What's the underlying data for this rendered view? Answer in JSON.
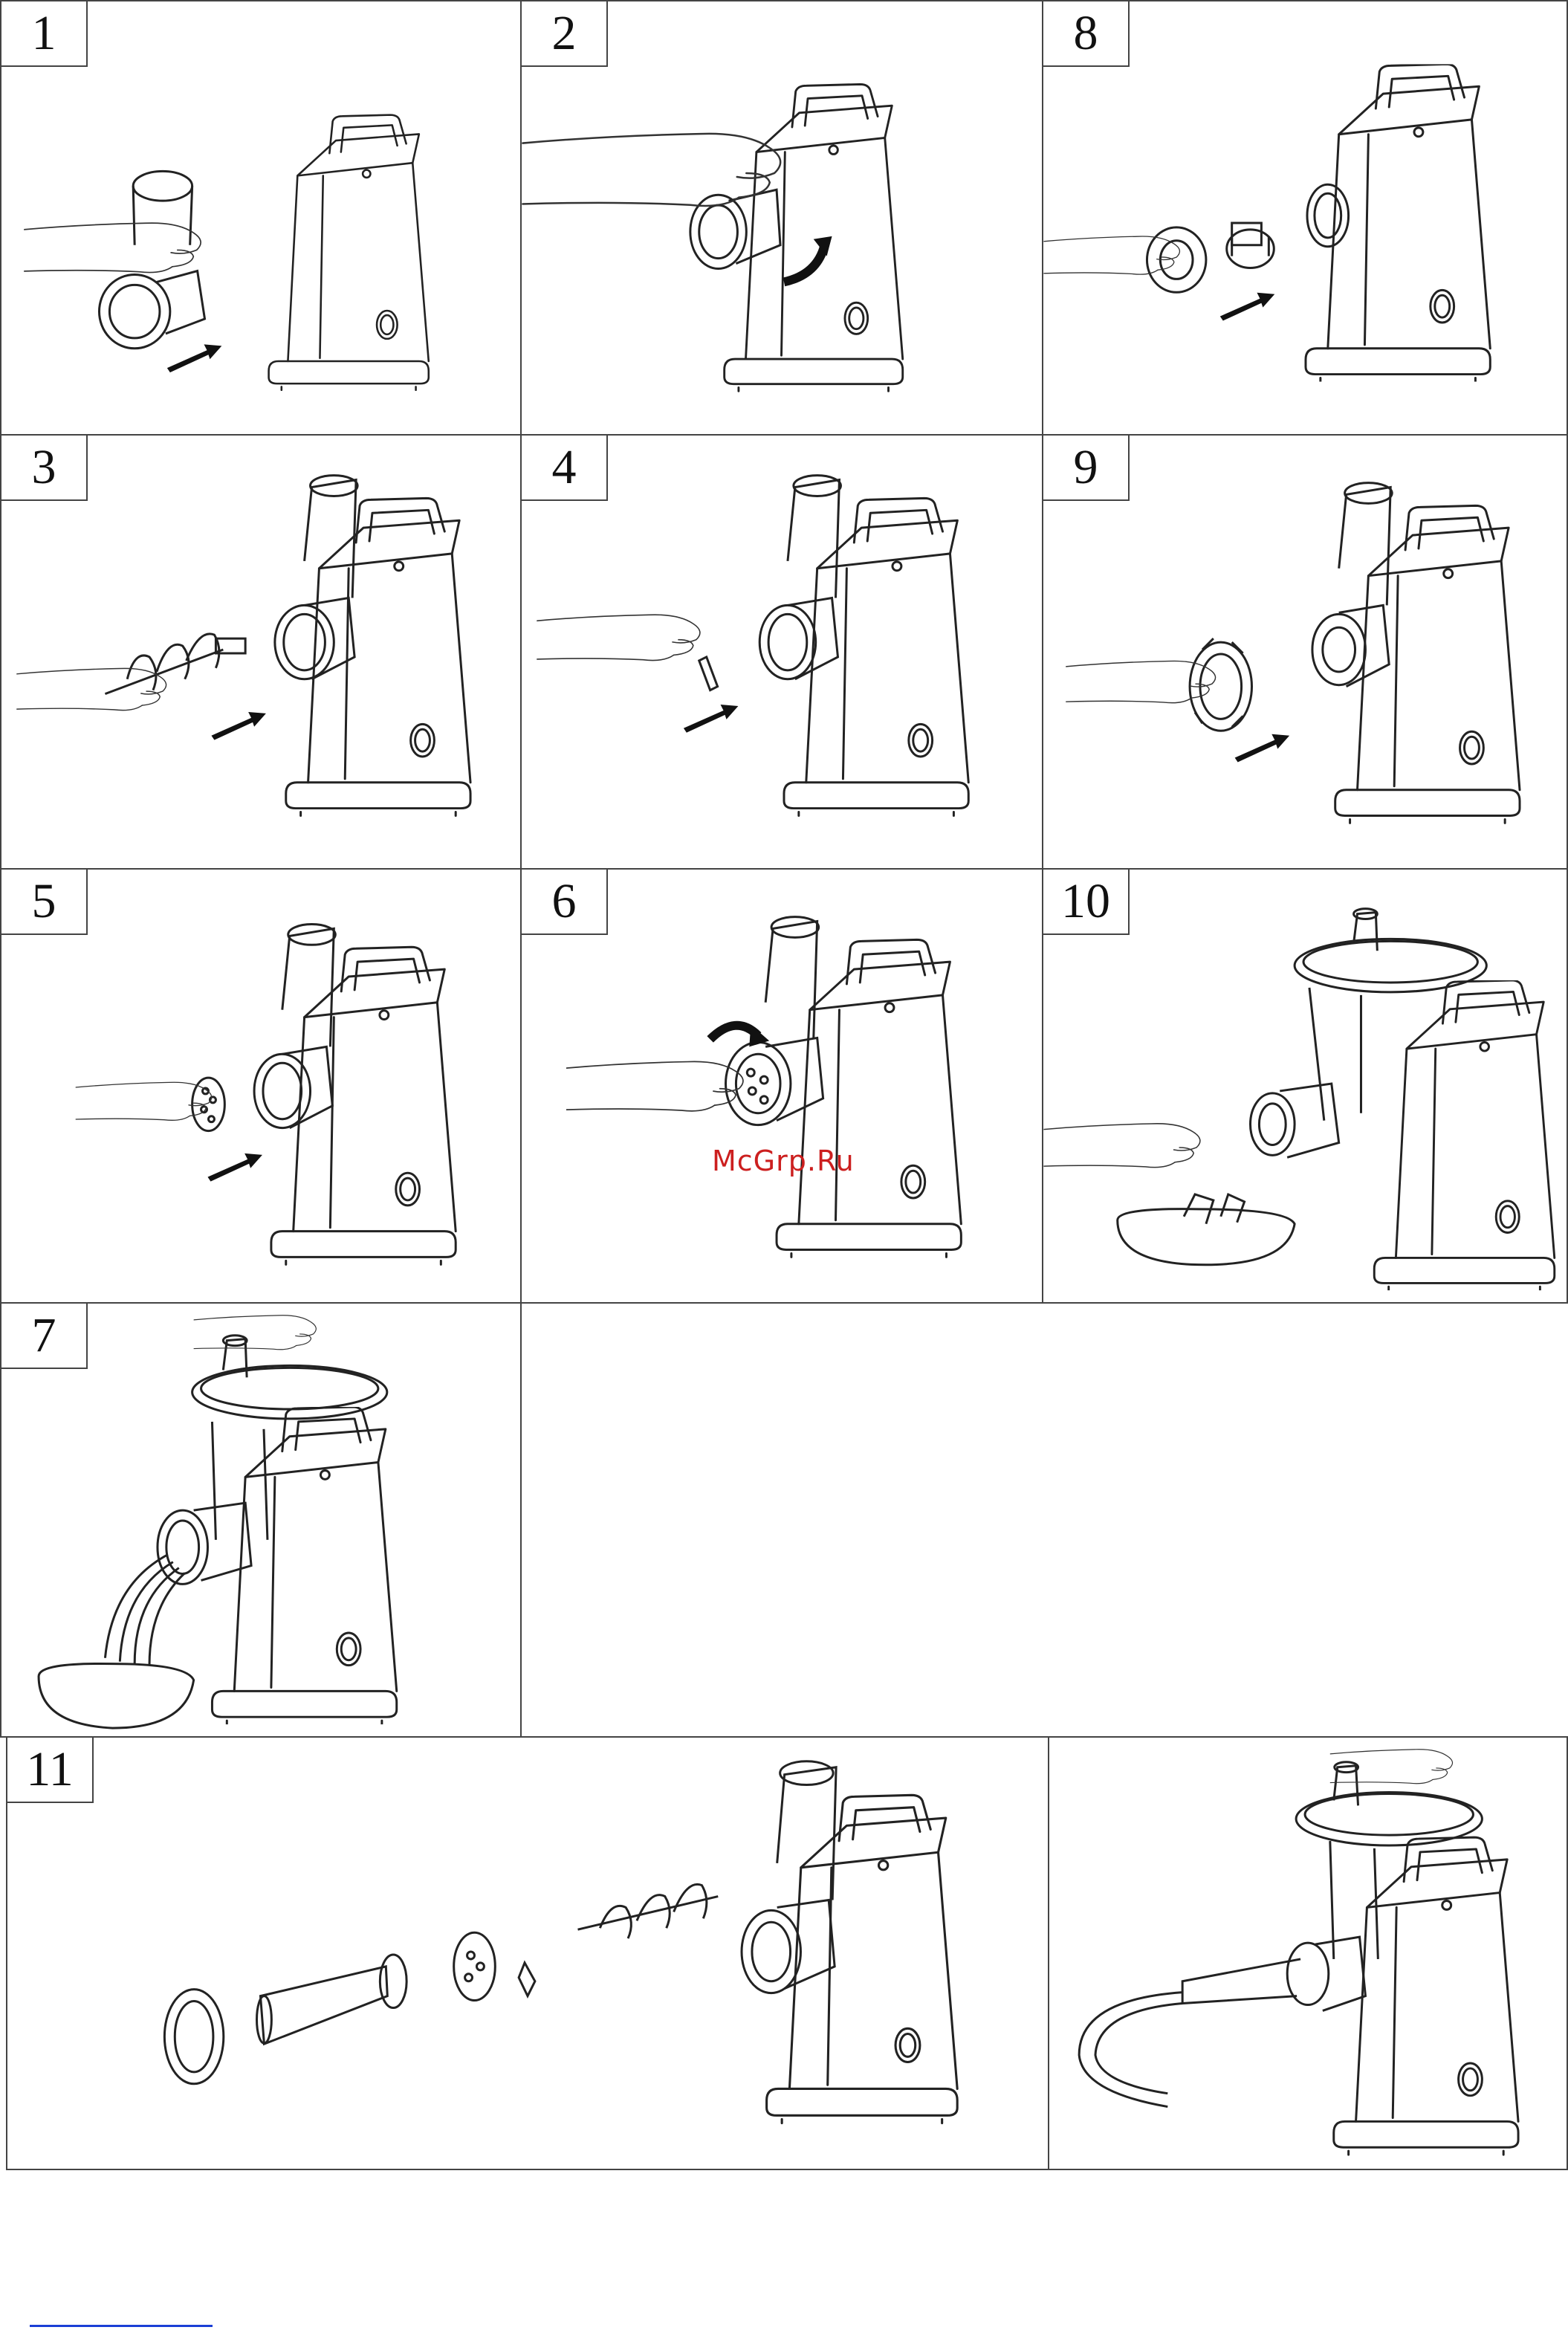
{
  "steps": {
    "s1": "1",
    "s2": "2",
    "s3": "3",
    "s4": "4",
    "s5": "5",
    "s6": "6",
    "s7": "7",
    "s8": "8",
    "s9": "9",
    "s10": "10",
    "s11": "11"
  },
  "watermark": "McGrp.Ru",
  "colors": {
    "line": "#222222",
    "panel_border": "#444444",
    "watermark": "#cc1f1f",
    "link": "#1a3fd6"
  }
}
